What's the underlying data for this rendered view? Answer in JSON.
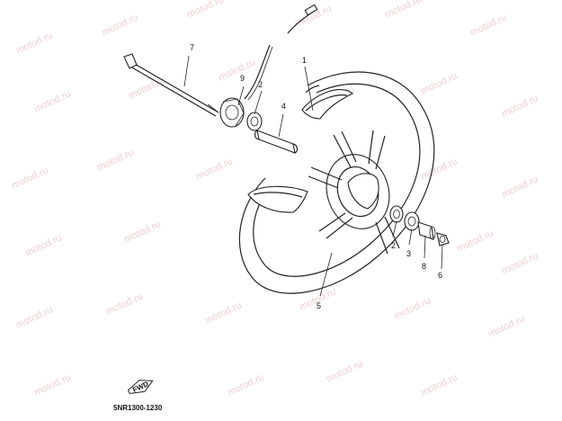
{
  "parts": {
    "p1": "1",
    "p2a": "2",
    "p2b": "2",
    "p3": "3",
    "p4": "4",
    "p5": "5",
    "p6": "6",
    "p7": "7",
    "p8": "8",
    "p9": "9"
  },
  "diagram_code": "5NR1300-1230",
  "fwd_label": "FWD",
  "watermark": "motod.ru"
}
